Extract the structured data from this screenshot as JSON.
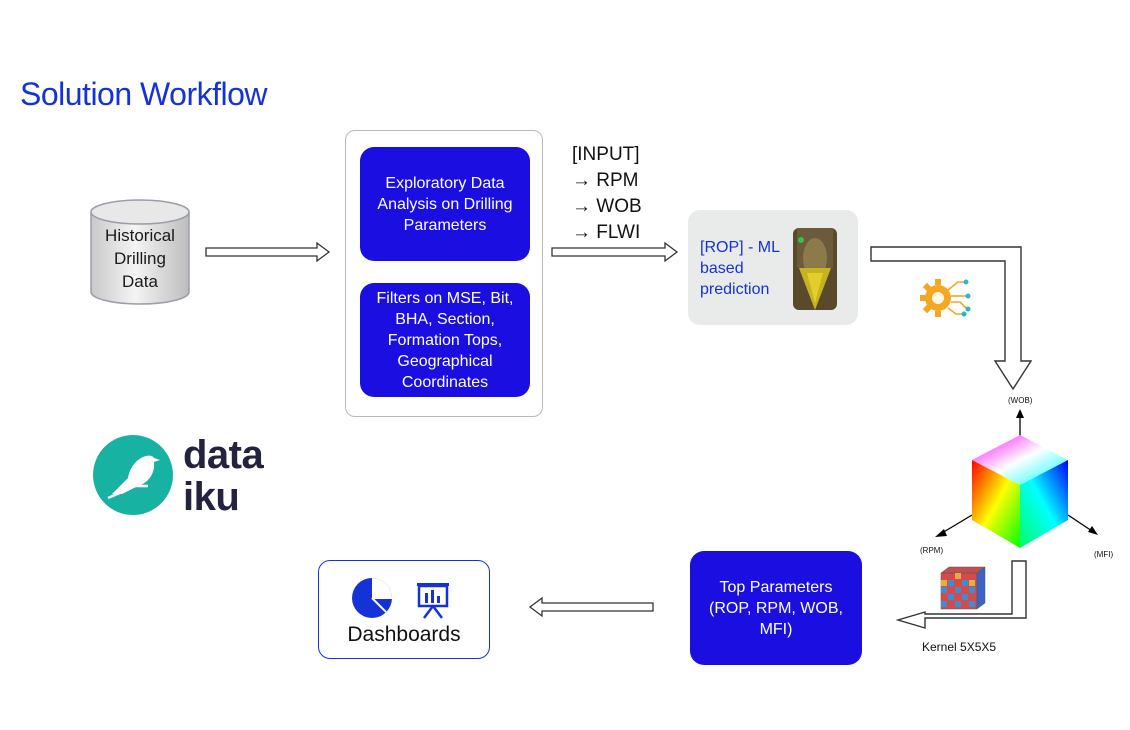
{
  "title": "Solution Workflow",
  "source": {
    "lines": [
      "Historical",
      "Drilling",
      "Data"
    ]
  },
  "eda_box": "Exploratory Data Analysis on Drilling Parameters",
  "filters_box": "Filters on MSE, Bit, BHA, Section, Formation Tops, Geographical Coordinates",
  "input_list": {
    "header": "[INPUT]",
    "items": [
      "→ RPM",
      "→ WOB",
      "→ FLWI"
    ]
  },
  "prediction_box": {
    "lines": [
      "[ROP] - ML",
      "based",
      "prediction"
    ]
  },
  "cube_axes": {
    "up": "(WOB)",
    "left": "(RPM)",
    "right": "(MFI)"
  },
  "kernel_label": "Kernel 5X5X5",
  "top_params_box": "Top Parameters (ROP, RPM, WOB, MFI)",
  "dashboards_label": "Dashboards",
  "logo": {
    "lines": [
      "data",
      "iku"
    ]
  },
  "colors": {
    "title": "#1432d6",
    "box": "#1a0fe0",
    "logo": "#17b2a2",
    "logo_text": "#24233f"
  }
}
